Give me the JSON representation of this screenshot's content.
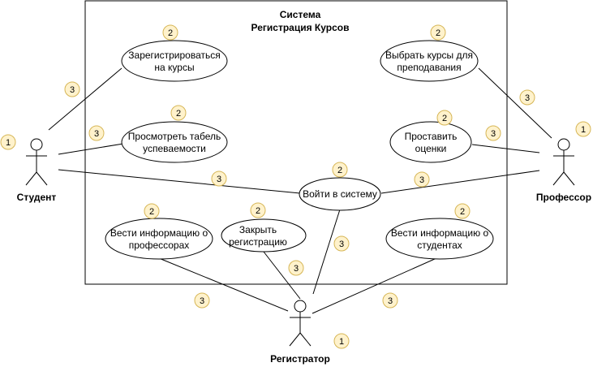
{
  "system": {
    "line1": "Система",
    "line2": "Регистрация Курсов"
  },
  "actors": {
    "student": {
      "label": "Студент",
      "badge": "1"
    },
    "professor": {
      "label": "Профессор",
      "badge": "1"
    },
    "registrar": {
      "label": "Регистратор",
      "badge": "1"
    }
  },
  "use_cases": [
    {
      "id": "register",
      "lines": [
        "Зарегистрироваться",
        "на курсы"
      ],
      "badge": "2"
    },
    {
      "id": "select-courses",
      "lines": [
        "Выбрать курсы для",
        "преподавания"
      ],
      "badge": "2"
    },
    {
      "id": "view-grades",
      "lines": [
        "Просмотреть табель",
        "успеваемости"
      ],
      "badge": "2"
    },
    {
      "id": "set-grades",
      "lines": [
        "Проставить",
        "оценки"
      ],
      "badge": "2"
    },
    {
      "id": "login",
      "lines": [
        "Войти в систему"
      ],
      "badge": "2"
    },
    {
      "id": "manage-professors",
      "lines": [
        "Вести информацию о",
        "профессорах"
      ],
      "badge": "2"
    },
    {
      "id": "close-registration",
      "lines": [
        "Закрыть",
        "регистрацию"
      ],
      "badge": "2"
    },
    {
      "id": "manage-students",
      "lines": [
        "Вести информацию о",
        "студентах"
      ],
      "badge": "2"
    }
  ],
  "associations": [
    {
      "id": "student-register",
      "badge": "3"
    },
    {
      "id": "student-view-grades",
      "badge": "3"
    },
    {
      "id": "student-login",
      "badge": "3"
    },
    {
      "id": "professor-select-courses",
      "badge": "3"
    },
    {
      "id": "professor-set-grades",
      "badge": "3"
    },
    {
      "id": "professor-login",
      "badge": "3"
    },
    {
      "id": "registrar-login",
      "badge": "3"
    },
    {
      "id": "registrar-close-registration",
      "badge": "3"
    },
    {
      "id": "registrar-manage-professors",
      "badge": "3"
    },
    {
      "id": "registrar-manage-students",
      "badge": "3"
    }
  ],
  "colors": {
    "badge_fill": "#FFF2CC",
    "badge_stroke": "#D6B656",
    "stroke": "#000000"
  }
}
